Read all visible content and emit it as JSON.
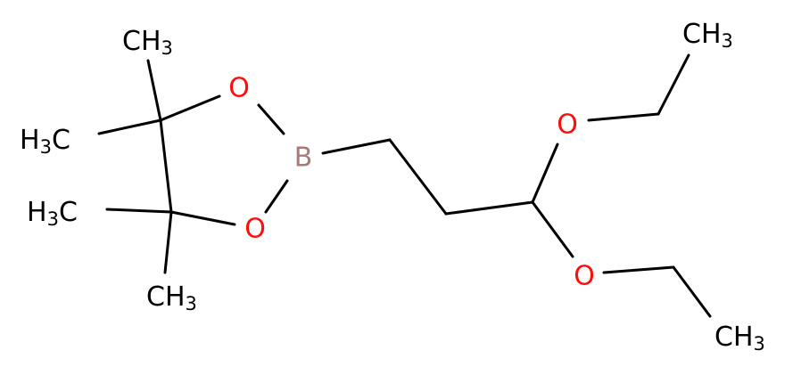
{
  "molecule": {
    "atoms": {
      "boron": "B",
      "oxygen_ring_top": "O",
      "oxygen_ring_bottom": "O",
      "oxygen_ether_top": "O",
      "oxygen_ether_bottom": "O"
    },
    "groups": {
      "ch3_top_left": {
        "main": "CH",
        "sub": "3"
      },
      "h3c_left_upper": {
        "main": "H",
        "sub": "3",
        "tail": "C"
      },
      "h3c_left_lower": {
        "main": "H",
        "sub": "3",
        "tail": "C"
      },
      "ch3_bottom_left": {
        "main": "CH",
        "sub": "3"
      },
      "ch3_top_right": {
        "main": "CH",
        "sub": "3"
      },
      "ch3_bottom_right": {
        "main": "CH",
        "sub": "3"
      }
    },
    "colors": {
      "bond": "#000000",
      "oxygen": "#ff0d0d",
      "boron": "#a87b7b",
      "carbon_label": "#000000"
    }
  }
}
